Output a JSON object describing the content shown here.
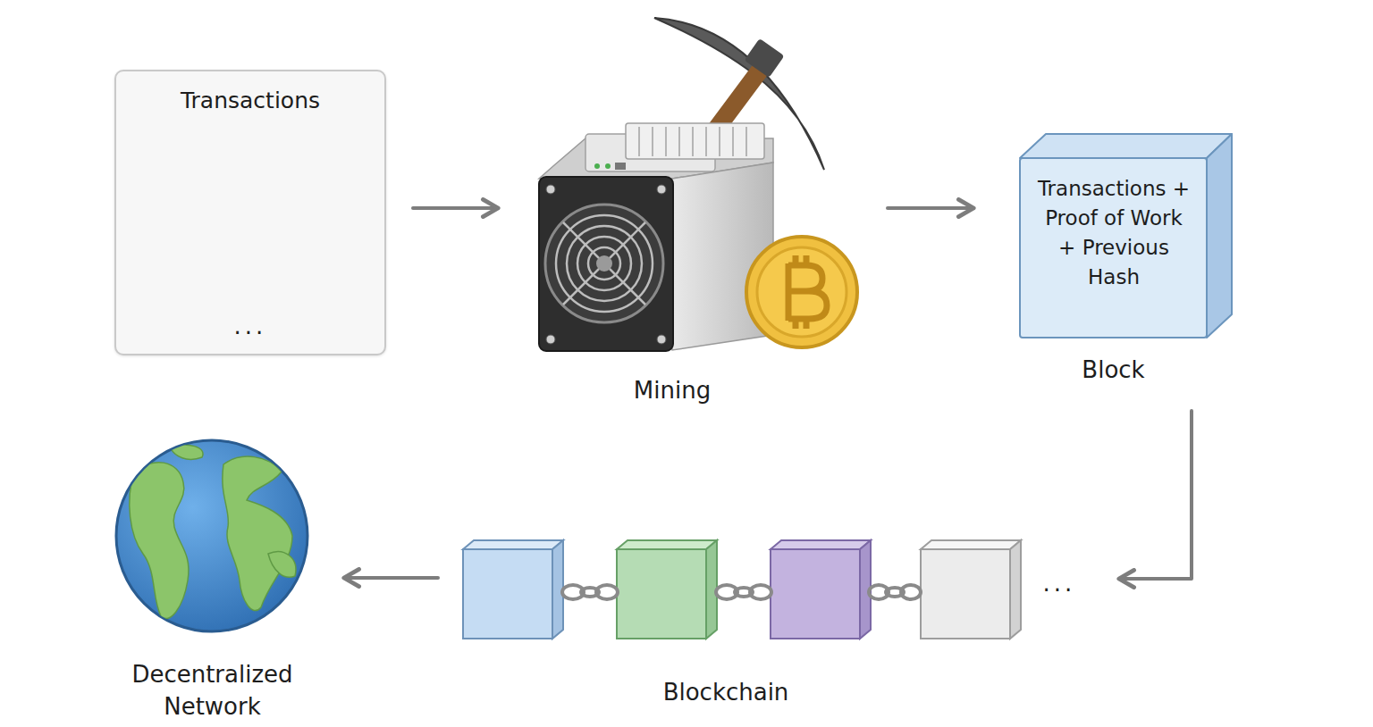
{
  "diagram": {
    "nodes": [
      {
        "text": [
          "Transactions",
          "..."
        ]
      },
      {
        "text": [
          "Mining"
        ]
      },
      {
        "text": [
          "Transactions + Proof of Work + Previous Hash",
          "Block"
        ]
      },
      {
        "text": [
          "...",
          "Blockchain"
        ]
      },
      {
        "text": [
          "Decentralized Network"
        ]
      }
    ],
    "edges": [
      {
        "from": 0,
        "to": 1,
        "arrow": "to"
      },
      {
        "from": 1,
        "to": 2,
        "arrow": "to"
      },
      {
        "from": 2,
        "to": 3,
        "arrow": "to"
      },
      {
        "from": 3,
        "to": 4,
        "arrow": "to"
      }
    ]
  }
}
